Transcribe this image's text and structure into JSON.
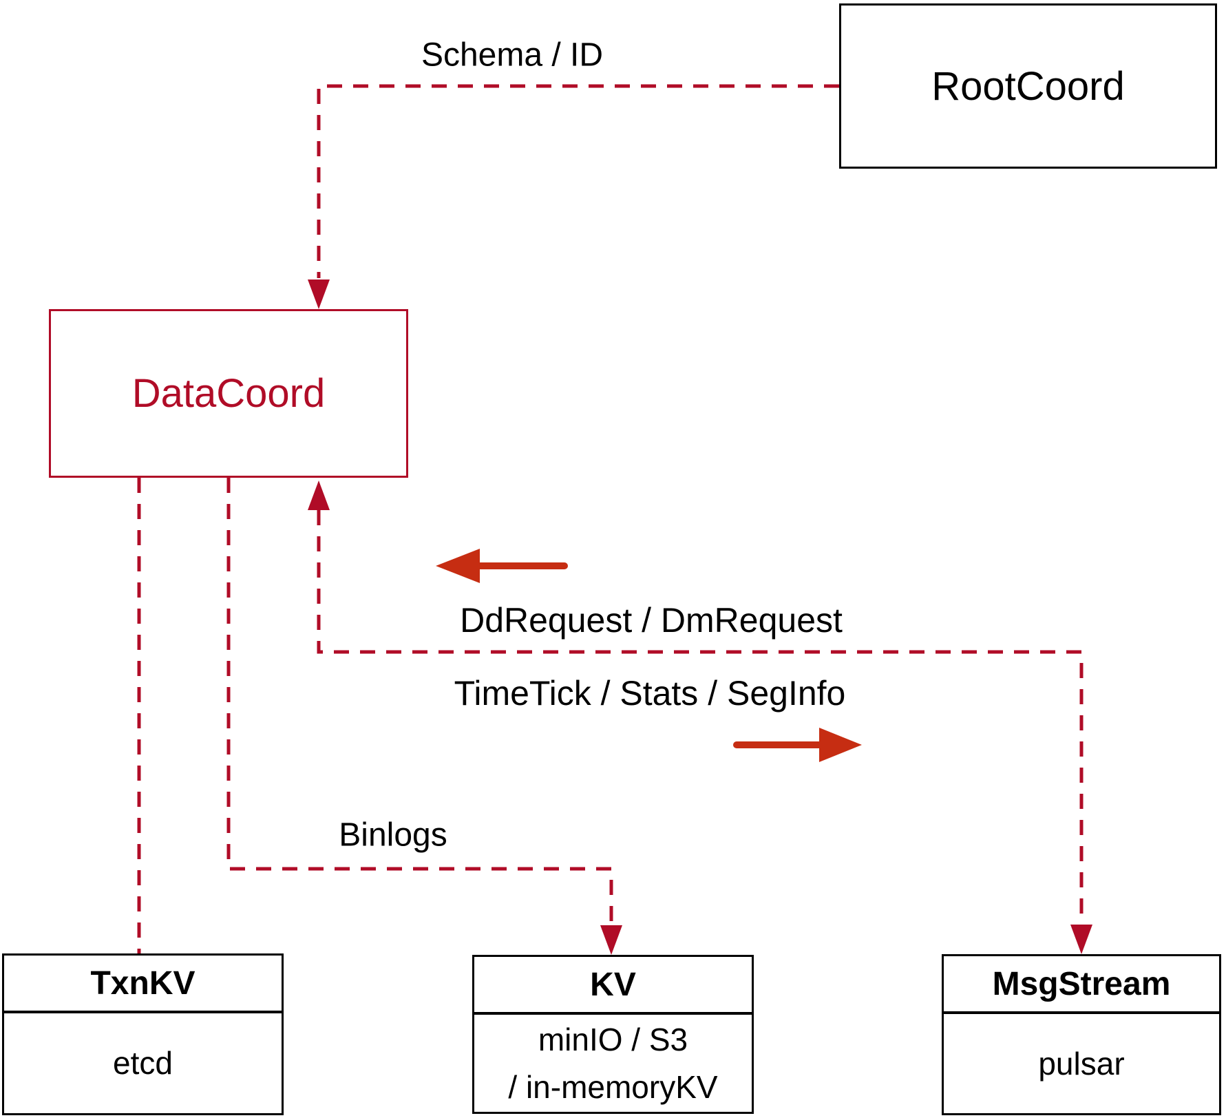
{
  "diagram": {
    "nodes": {
      "rootcoord": {
        "label": "RootCoord"
      },
      "datacoord": {
        "label": "DataCoord"
      },
      "txnkv": {
        "title": "TxnKV",
        "body": "etcd"
      },
      "kv": {
        "title": "KV",
        "body_line1": "minIO / S3",
        "body_line2": "/ in-memoryKV"
      },
      "msgstream": {
        "title": "MsgStream",
        "body": "pulsar"
      }
    },
    "edge_labels": {
      "schema": "Schema / ID",
      "dd": "DdRequest / DmRequest",
      "timetick": "TimeTick / Stats / SegInfo",
      "binlogs": "Binlogs"
    },
    "colors": {
      "dashed_line": "#b00c27",
      "datacoord_accent": "#b00c27",
      "solid_arrow": "#c62d12",
      "node_border": "#000000",
      "background": "#ffffff"
    }
  }
}
